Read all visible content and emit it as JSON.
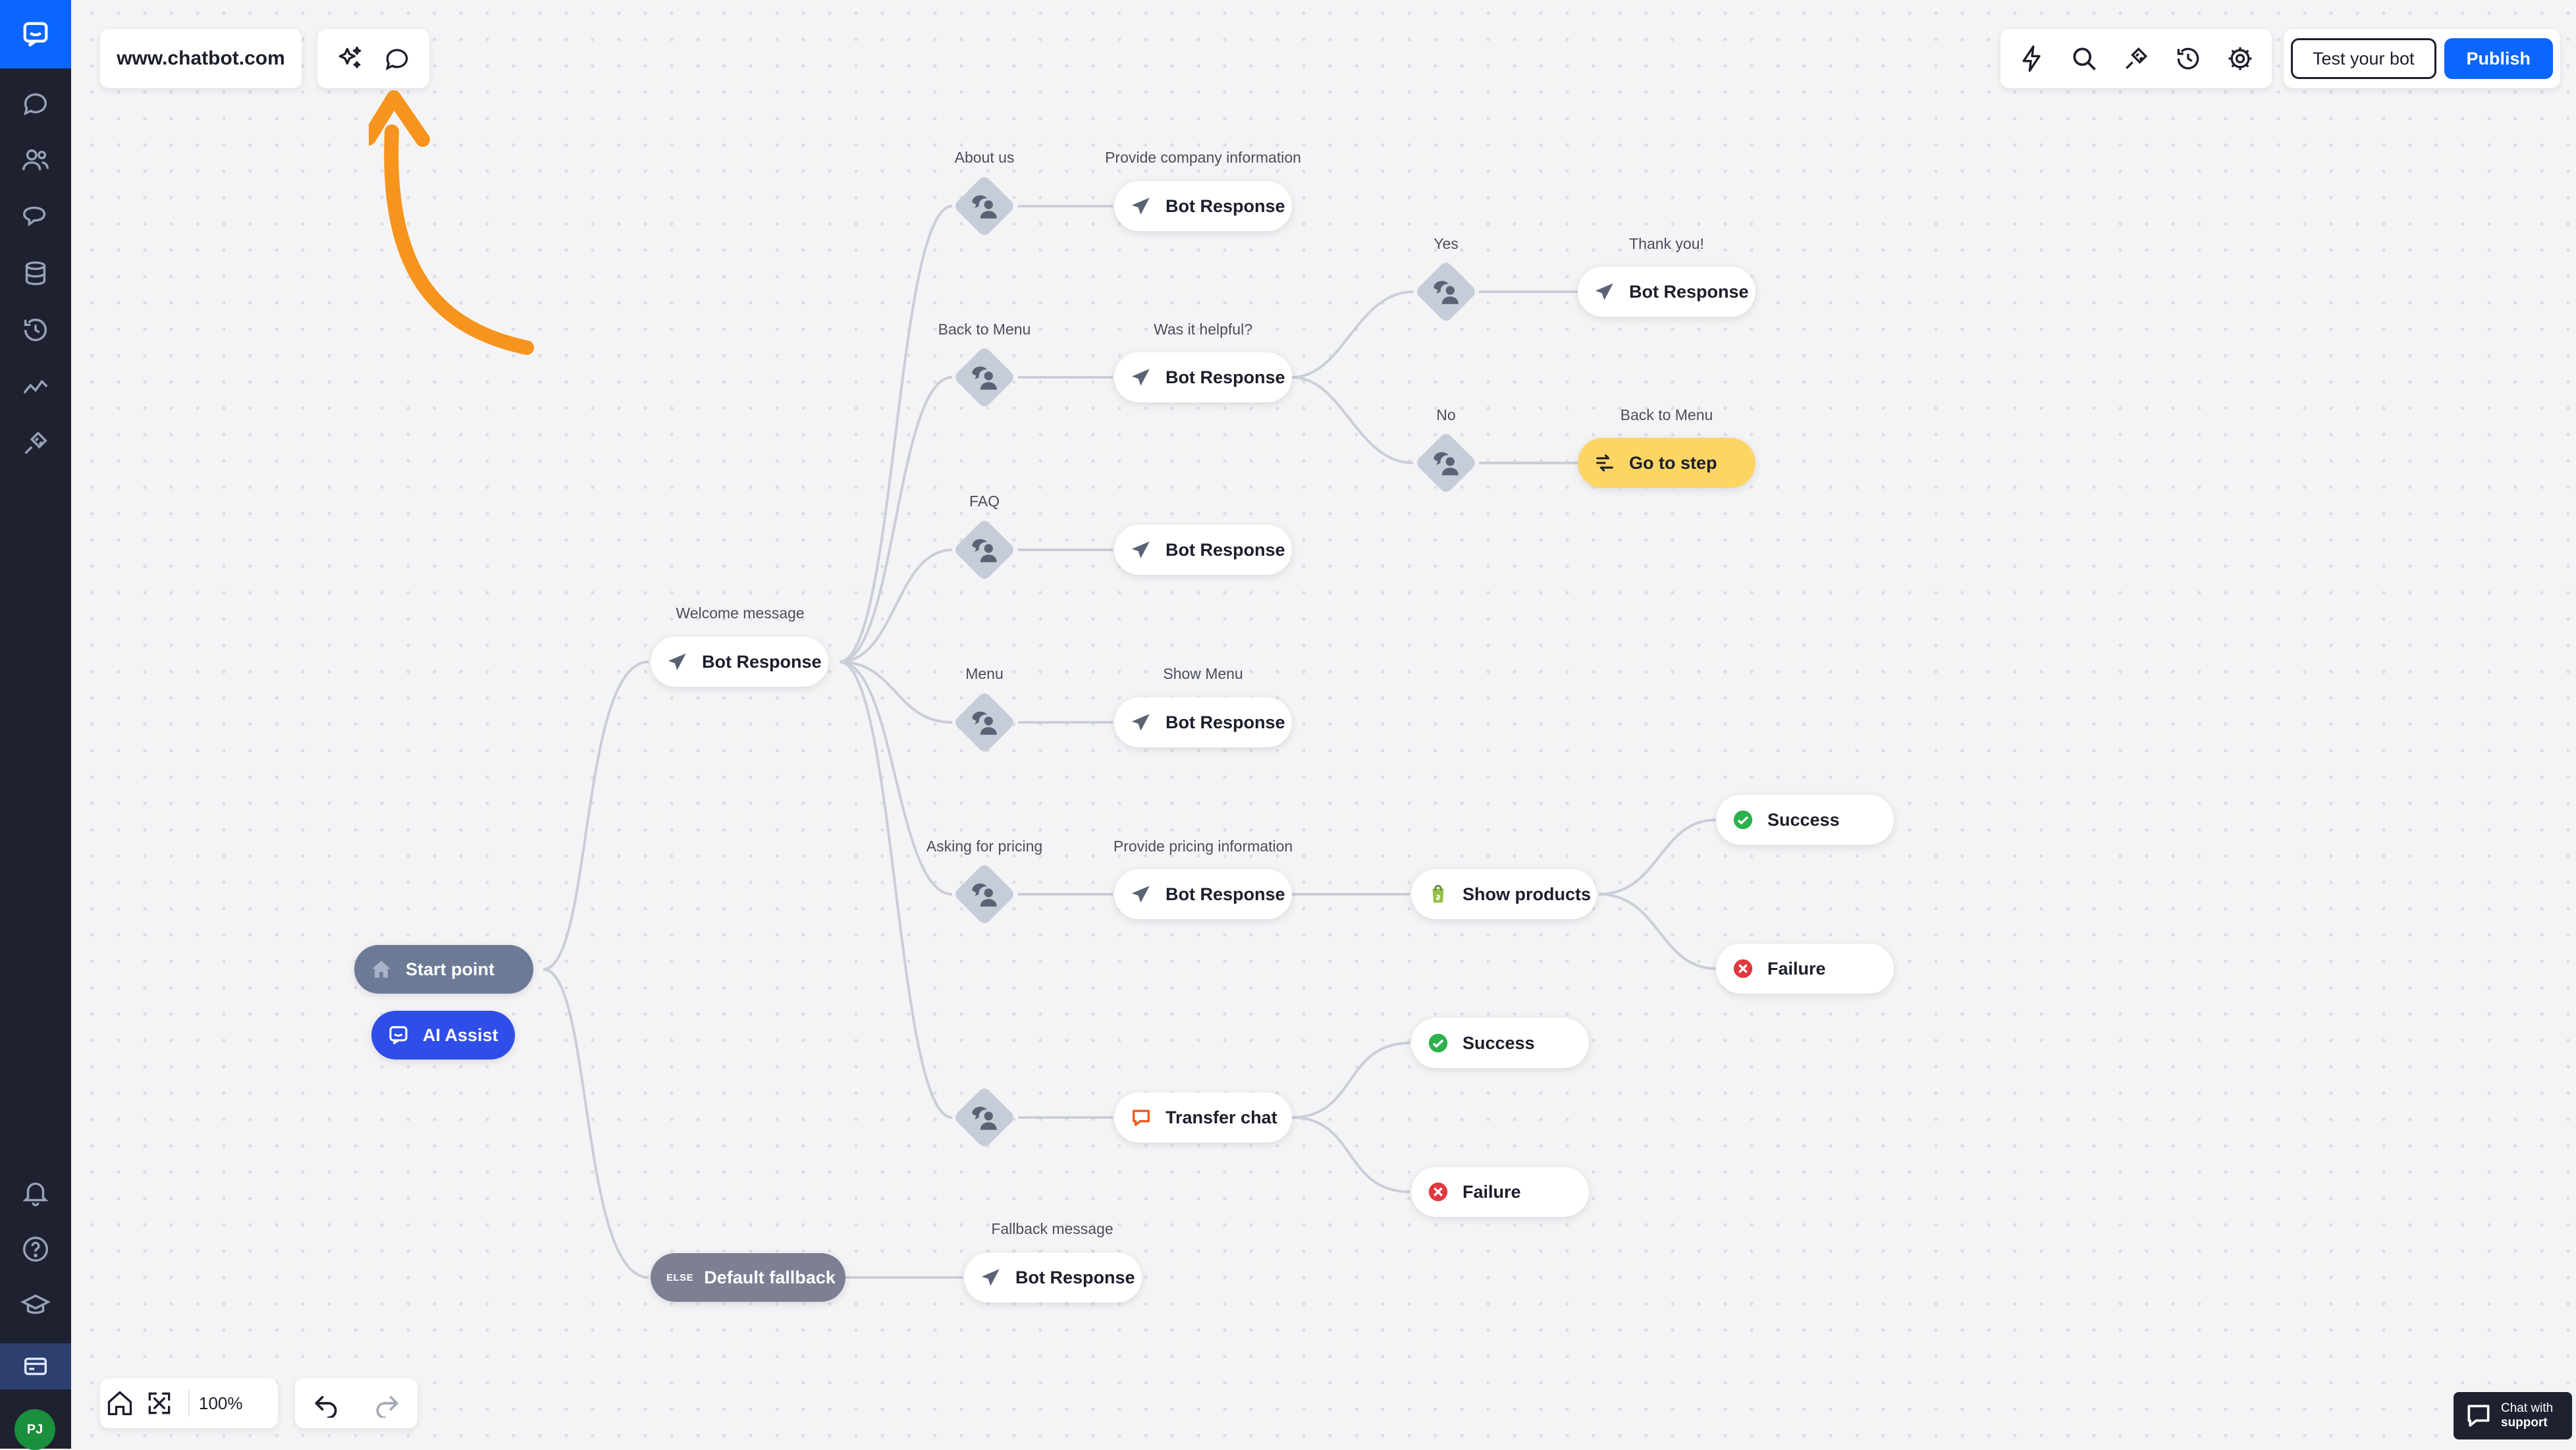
{
  "app": {
    "site": "www.chatbot.com",
    "test_label": "Test your bot",
    "publish_label": "Publish",
    "zoom": "100%",
    "user_initials": "PJ",
    "support_line1": "Chat with",
    "support_line2": "support",
    "accent_color": "#0a66ff",
    "sidebar_items": [
      "chats-icon",
      "users-icon",
      "stories-icon",
      "database-icon",
      "history-icon",
      "analytics-icon",
      "integrations-icon",
      "notifications-icon",
      "help-icon",
      "academy-icon",
      "billing-icon"
    ]
  },
  "flow": {
    "start": "Start point",
    "ai_assist": "AI Assist",
    "welcome_label": "Welcome message",
    "welcome_node": "Bot Response",
    "intents": [
      "About us",
      "Back to Menu",
      "FAQ",
      "Menu",
      "Asking for pricing"
    ],
    "responses": {
      "about_label": "Provide company information",
      "about_node": "Bot Response",
      "helpful_label": "Was it helpful?",
      "helpful_node": "Bot Response",
      "faq_node": "Bot Response",
      "menu_label": "Show Menu",
      "menu_node": "Bot Response",
      "pricing_label": "Provide pricing information",
      "pricing_node": "Bot Response"
    },
    "yes_label": "Yes",
    "no_label": "No",
    "thanks_label": "Thank you!",
    "thanks_node": "Bot Response",
    "back_label": "Back to Menu",
    "goto_node": "Go to step",
    "show_products": "Show products",
    "success": "Success",
    "failure": "Failure",
    "transfer_chat": "Transfer chat",
    "fallback_tag": "ELSE",
    "fallback_node": "Default fallback",
    "fallback_label": "Fallback message",
    "fallback_response": "Bot Response"
  }
}
